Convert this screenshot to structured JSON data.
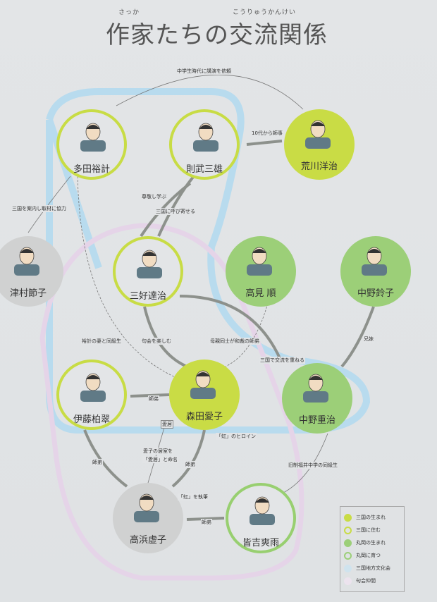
{
  "title": {
    "text": "作家たちの交流関係",
    "ruby_left": "さっか",
    "ruby_right": "こうりゅうかんけい"
  },
  "colors": {
    "mikuni_born": "#c9dc45",
    "maruoka_born": "#9ccf78",
    "culture_band": "#b5d8ea",
    "haiku_band": "#e6d3e8",
    "other": "#d0d1d1"
  },
  "people": [
    {
      "name": "多田裕計",
      "style": "ring-lime"
    },
    {
      "name": "則武三雄",
      "style": "ring-lime"
    },
    {
      "name": "荒川洋治",
      "style": "fill-lime"
    },
    {
      "name": "津村節子",
      "style": "fill-gray"
    },
    {
      "name": "三好達治",
      "style": "ring-lime"
    },
    {
      "name": "高見 順",
      "style": "fill-green"
    },
    {
      "name": "中野鈴子",
      "style": "fill-green"
    },
    {
      "name": "伊藤柏翠",
      "style": "ring-lime"
    },
    {
      "name": "森田愛子",
      "style": "fill-lime"
    },
    {
      "name": "中野重治",
      "style": "fill-green"
    },
    {
      "name": "高浜虚子",
      "style": "fill-gray"
    },
    {
      "name": "皆吉爽雨",
      "style": "ring-green"
    }
  ],
  "relations": [
    "中学生時代に講演を依頼",
    "10代から師事",
    "三国を案内し取材に協力",
    "尊敬し学ぶ",
    "三国に呼び寄せる",
    "裕計の妻と同級生",
    "句会を楽しむ",
    "母親同士が和裁の師弟",
    "三国で交流を重ねる",
    "兄妹",
    "師弟",
    "愛居",
    "「虹」のヒロイン",
    "愛子の居室を",
    "「愛居」と命名",
    "師弟",
    "師弟",
    "旧制福井中学の同級生",
    "「虹」を執筆",
    "師弟"
  ],
  "legend": [
    {
      "label": "三国の生まれ",
      "color": "#c9dc45",
      "ring": false
    },
    {
      "label": "三国に住む",
      "color": "#c9dc45",
      "ring": true
    },
    {
      "label": "丸岡の生まれ",
      "color": "#9ccf78",
      "ring": false
    },
    {
      "label": "丸岡に育つ",
      "color": "#9ccf78",
      "ring": true
    },
    {
      "label": "三国地方文化会",
      "color": "#cfe3ee",
      "ring": false
    },
    {
      "label": "句会仲間",
      "color": "#ece3ee",
      "ring": false
    }
  ]
}
